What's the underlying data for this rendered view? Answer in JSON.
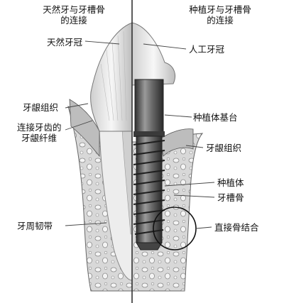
{
  "headings": {
    "left_line1": "天然牙与牙槽骨",
    "left_line2": "的连接",
    "right_line1": "种植牙与牙槽骨",
    "right_line2": "的连接"
  },
  "left_labels": {
    "natural_crown": "天然牙冠",
    "gingiva": "牙龈组织",
    "gingival_fibers_line1": "连接牙齿的",
    "gingival_fibers_line2": "牙龈纤维",
    "periodontal_ligament": "牙周韧带"
  },
  "right_labels": {
    "artificial_crown": "人工牙冠",
    "abutment": "种植体基台",
    "gingiva": "牙龈组织",
    "implant": "种植体",
    "alveolar_bone": "牙槽骨",
    "osseointegration": "直接骨结合"
  },
  "colors": {
    "divider": "#333333",
    "bone": "#d9d9d9",
    "crown": "#f2f2f2",
    "metal": "#555555"
  }
}
